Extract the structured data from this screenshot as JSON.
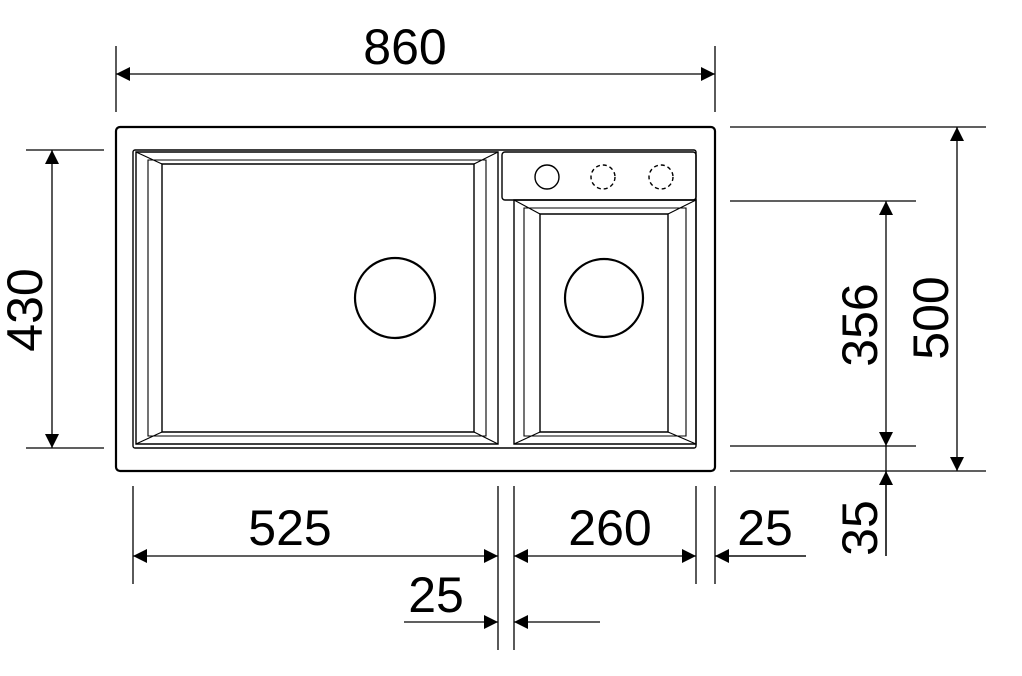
{
  "dimensions": {
    "total_width": "860",
    "total_depth": "500",
    "bowl_depth": "430",
    "small_bowl_depth": "356",
    "front_offset": "35",
    "main_bowl_width": "525",
    "small_bowl_width": "260",
    "divider_width": "25",
    "right_rim_width": "25"
  },
  "colors": {
    "line": "#000000",
    "background": "#ffffff"
  }
}
